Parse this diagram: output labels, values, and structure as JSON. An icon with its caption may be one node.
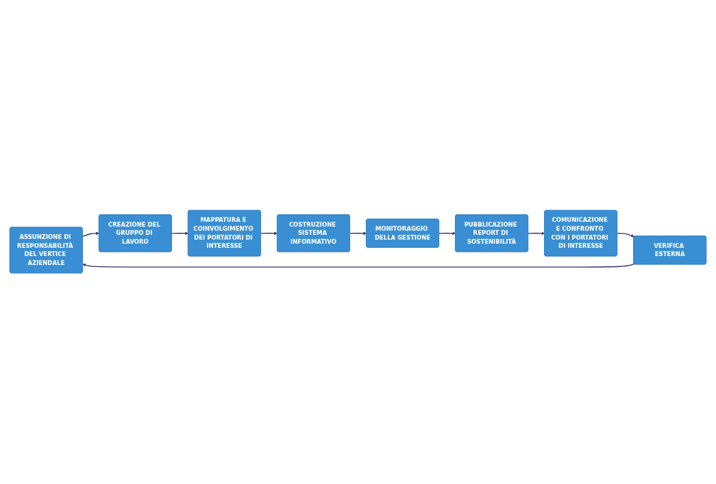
{
  "diagram": {
    "nodes": [
      {
        "text": [
          "ASSUNZIONE DI RESPONSABILITÀ DEL VERTICE AZIENDALE"
        ]
      },
      {
        "text": [
          "CREAZIONE DEL GRUPPO DI LAVORO"
        ]
      },
      {
        "text": [
          "MAPPATURA E COINVOLGIMENTO DEI PORTATORI DI INTERESSE"
        ]
      },
      {
        "text": [
          "COSTRUZIONE SISTEMA INFORMATIVO"
        ]
      },
      {
        "text": [
          "MONITORAGGIO DELLA GESTIONE"
        ]
      },
      {
        "text": [
          "PUBBLICAZIONE REPORT DI SOSTENIBILITÀ"
        ]
      },
      {
        "text": [
          "COMUNICAZIONE E CONFRONTO CON I PORTATORI DI INTERESSE"
        ]
      },
      {
        "text": [
          "VERIFICA ESTERNA"
        ]
      }
    ],
    "edges": [
      {
        "from": 0,
        "to": 1,
        "arrow": "to"
      },
      {
        "from": 1,
        "to": 2,
        "arrow": "to"
      },
      {
        "from": 2,
        "to": 3,
        "arrow": "to"
      },
      {
        "from": 3,
        "to": 4,
        "arrow": "to"
      },
      {
        "from": 4,
        "to": 5,
        "arrow": "to"
      },
      {
        "from": 5,
        "to": 6,
        "arrow": "to"
      },
      {
        "from": 6,
        "to": 7,
        "arrow": "to"
      },
      {
        "from": 7,
        "to": 0,
        "arrow": "to"
      }
    ]
  }
}
